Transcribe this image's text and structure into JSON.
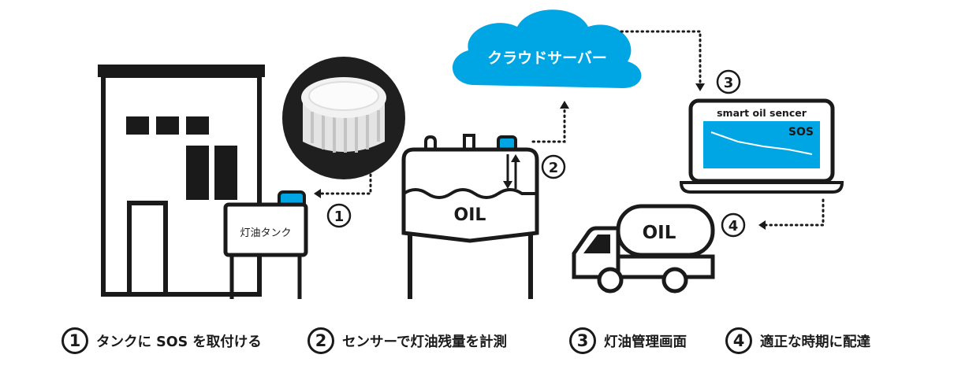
{
  "colors": {
    "accent": "#00A6E4",
    "ink": "#1a1a1a",
    "paper": "#ffffff"
  },
  "cloud": {
    "label": "クラウドサーバー"
  },
  "laptop": {
    "title": "smart oil sencer",
    "screen_label": "SOS"
  },
  "home_tank": {
    "label": "灯油タンク"
  },
  "big_tank": {
    "label": "OIL"
  },
  "truck": {
    "label": "OIL"
  },
  "markers": {
    "m1": "1",
    "m2": "2",
    "m3": "3",
    "m4": "4"
  },
  "legend": [
    {
      "num": "1",
      "text": "タンクに SOS を取付ける"
    },
    {
      "num": "2",
      "text": "センサーで灯油残量を計測"
    },
    {
      "num": "3",
      "text": "灯油管理画面"
    },
    {
      "num": "4",
      "text": "適正な時期に配達"
    }
  ]
}
